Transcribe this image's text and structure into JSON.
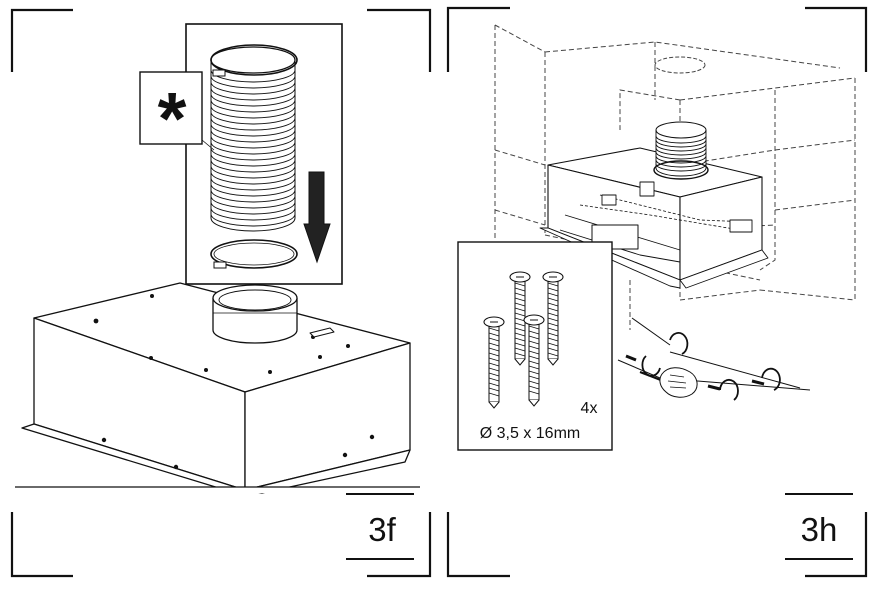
{
  "panels": [
    {
      "id": "3f",
      "step_label": "3f",
      "marker_symbol": "*"
    },
    {
      "id": "3h",
      "step_label": "3h",
      "screw_quantity": "4x",
      "screw_spec": "Ø 3,5 x 16mm"
    }
  ],
  "colors": {
    "line": "#111111",
    "fill": "#ffffff",
    "shade": "#bdbdbd",
    "dash": "#555555"
  }
}
